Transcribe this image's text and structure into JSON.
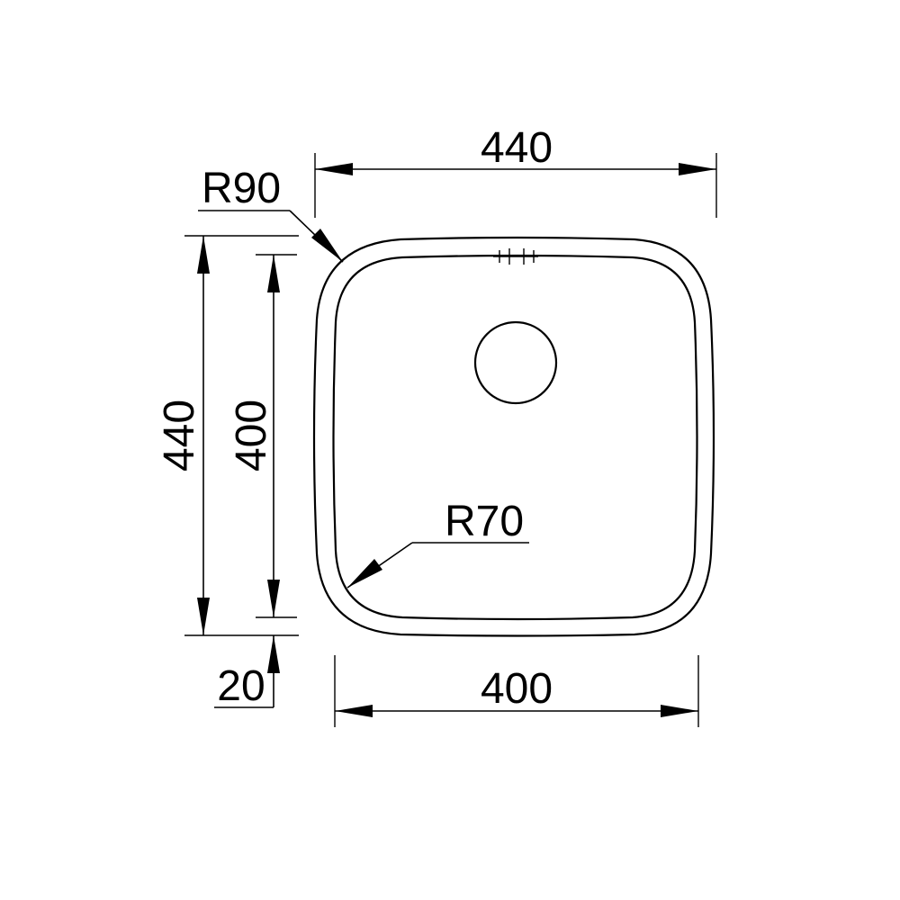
{
  "drawing": {
    "top_width_label": "440",
    "bottom_width_label": "400",
    "outer_height_label": "440",
    "inner_height_label": "400",
    "offset_label": "20",
    "outer_radius_label": "R90",
    "inner_radius_label": "R70"
  },
  "colors": {
    "line": "#000000",
    "background": "#ffffff"
  }
}
